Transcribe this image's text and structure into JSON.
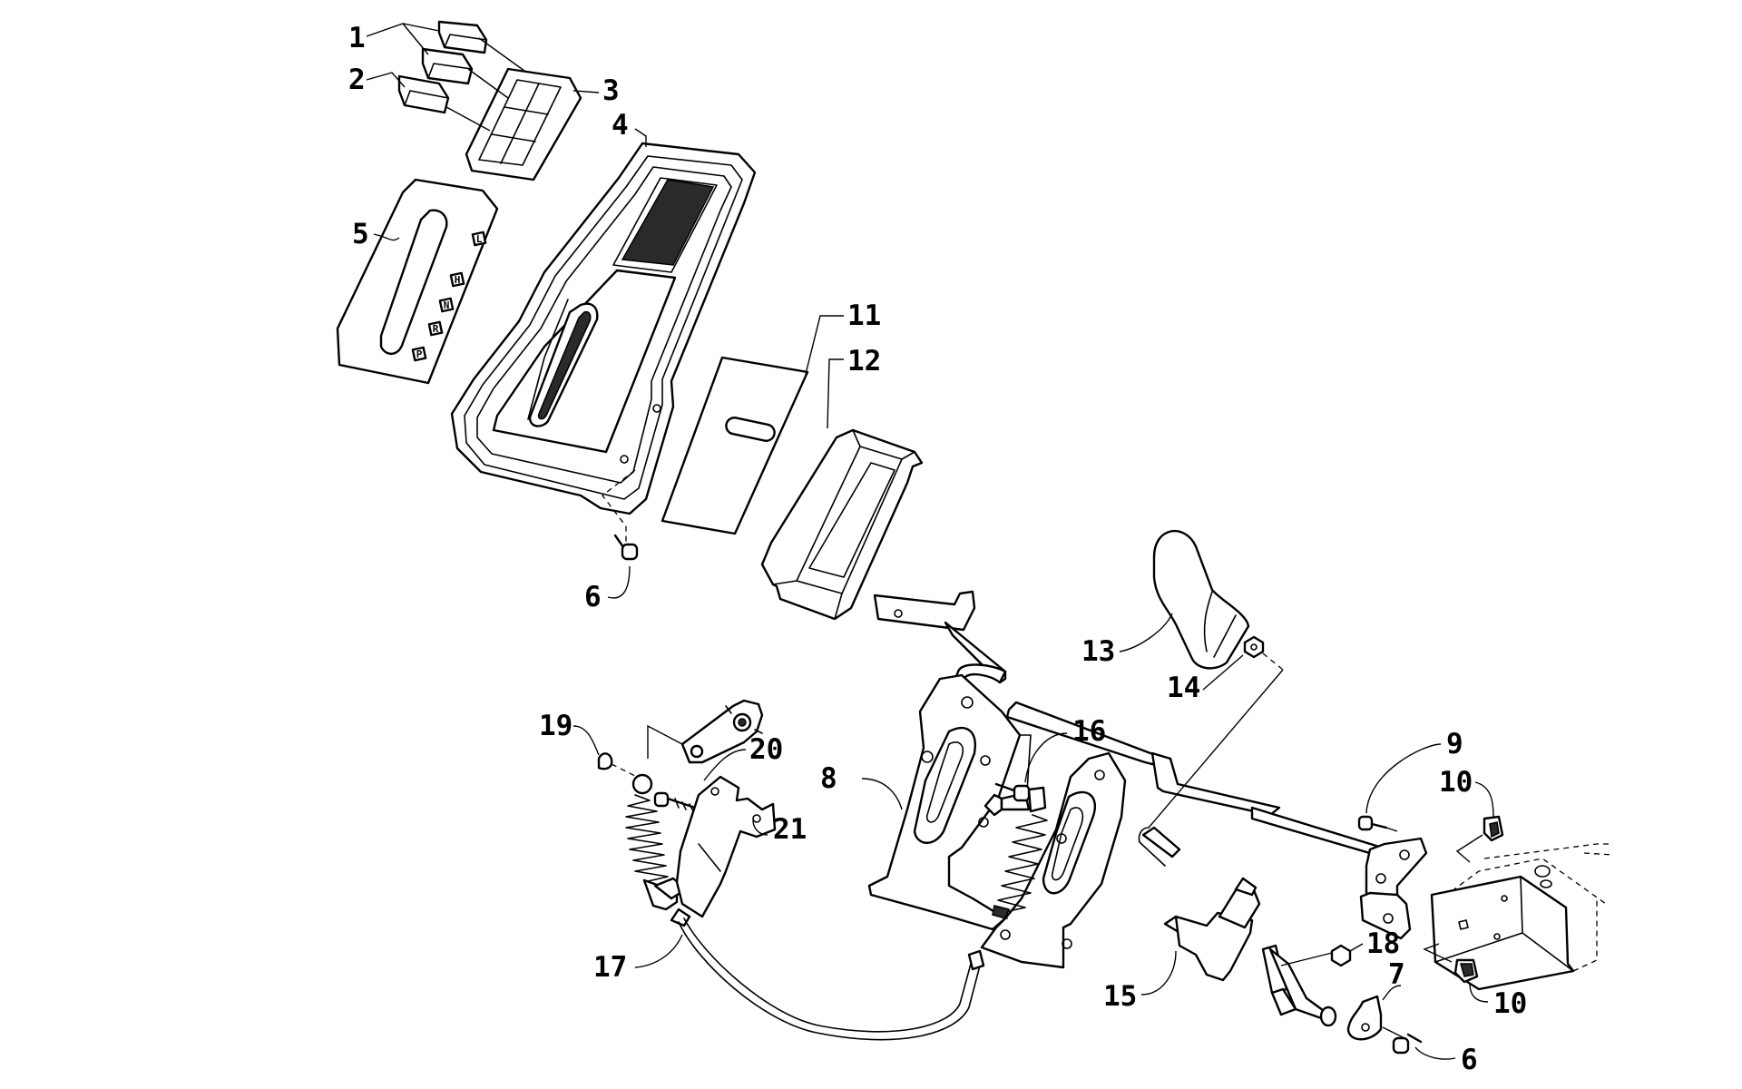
{
  "callouts": [
    {
      "id": "c1",
      "text": "1"
    },
    {
      "id": "c2",
      "text": "2"
    },
    {
      "id": "c3",
      "text": "3"
    },
    {
      "id": "c4",
      "text": "4"
    },
    {
      "id": "c5",
      "text": "5"
    },
    {
      "id": "c6a",
      "text": "6"
    },
    {
      "id": "c6b",
      "text": "6"
    },
    {
      "id": "c7",
      "text": "7"
    },
    {
      "id": "c8",
      "text": "8"
    },
    {
      "id": "c9",
      "text": "9"
    },
    {
      "id": "c10a",
      "text": "10"
    },
    {
      "id": "c10b",
      "text": "10"
    },
    {
      "id": "c11",
      "text": "11"
    },
    {
      "id": "c12",
      "text": "12"
    },
    {
      "id": "c13",
      "text": "13"
    },
    {
      "id": "c14",
      "text": "14"
    },
    {
      "id": "c15",
      "text": "15"
    },
    {
      "id": "c16",
      "text": "16"
    },
    {
      "id": "c17",
      "text": "17"
    },
    {
      "id": "c18",
      "text": "18"
    },
    {
      "id": "c19",
      "text": "19"
    },
    {
      "id": "c20",
      "text": "20"
    },
    {
      "id": "c21",
      "text": "21"
    }
  ],
  "selector_decal": {
    "positions": [
      "L",
      "H",
      "N",
      "R",
      "P"
    ]
  }
}
